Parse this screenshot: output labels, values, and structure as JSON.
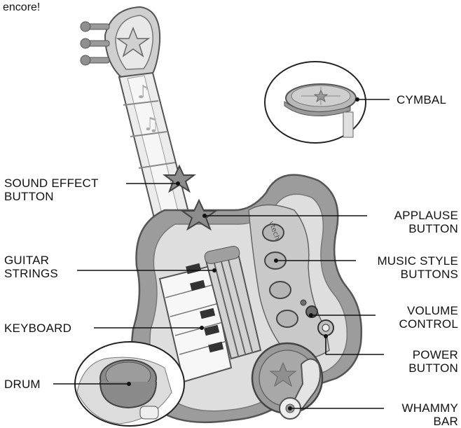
{
  "intro_text": "encore!",
  "labels": {
    "cymbal": [
      "CYMBAL"
    ],
    "sound_effect": [
      "SOUND EFFECT",
      "BUTTON"
    ],
    "applause": [
      "APPLAUSE",
      "BUTTON"
    ],
    "guitar_strings": [
      "GUITAR",
      "STRINGS"
    ],
    "music_style": [
      "MUSIC STYLE",
      "BUTTONS"
    ],
    "volume": [
      "VOLUME",
      "CONTROL"
    ],
    "keyboard": [
      "KEYBOARD"
    ],
    "power": [
      "POWER",
      "BUTTON"
    ],
    "drum": [
      "DRUM"
    ],
    "whammy": [
      "WHAMMY",
      "BAR"
    ]
  },
  "colors": {
    "body_dark": "#8a8a8a",
    "body_light": "#d9d9d9",
    "outline": "#555555",
    "leader": "#111111"
  }
}
